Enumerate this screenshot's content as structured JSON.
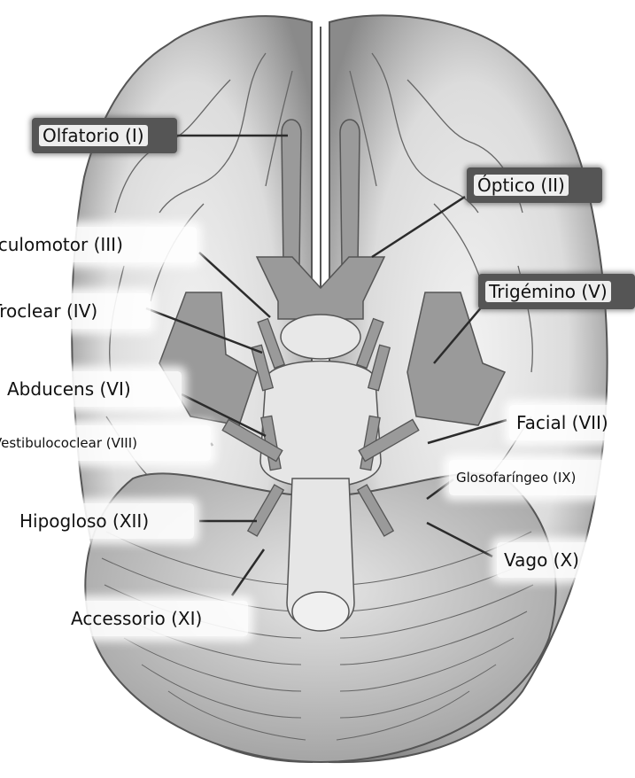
{
  "labels": {
    "olfatorio": "Olfatorio (I)",
    "optico": "Óptico (II)",
    "oculomotor": "Oculomotor (III)",
    "troclear": "Troclear (IV)",
    "trigemino": "Trigémino (V)",
    "abducens": "Abducens (VI)",
    "facial": "Facial (VII)",
    "vestibulococlear": "Vestibulococlear (VIII)",
    "glosofaringeo": "Glosofaríngeo (IX)",
    "vago": "Vago (X)",
    "accessorio": "Accessorio (XI)",
    "hipogloso": "Hipogloso (XII)"
  },
  "colors": {
    "brain_fill": "#d9d9d9",
    "nerve_fill": "#9a9a9a",
    "outline": "#555555",
    "leader": "#2b2b2b",
    "label_dark_bg": "#555555"
  }
}
